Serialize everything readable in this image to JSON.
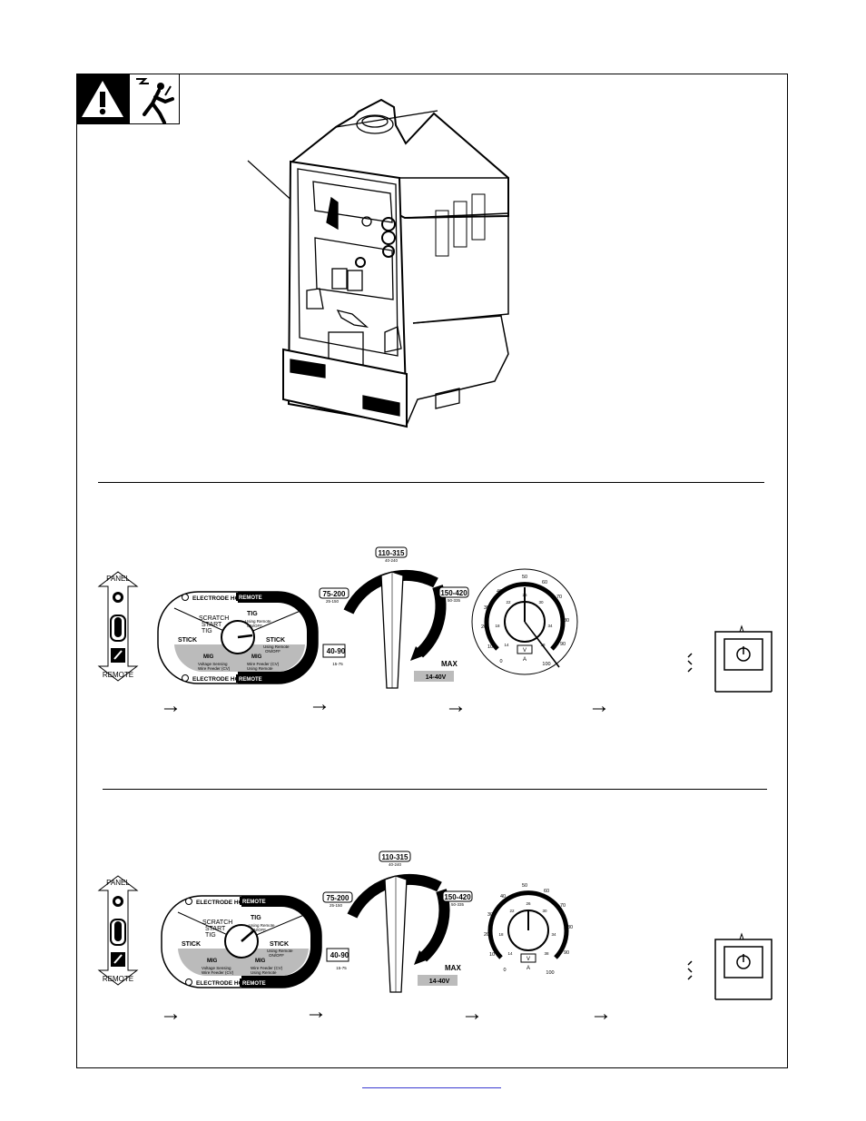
{
  "warning": {
    "icons": [
      "warning-triangle-icon",
      "electric-shock-icon"
    ]
  },
  "panel_switch": {
    "top_label": "PANEL",
    "bottom_label": "REMOTE"
  },
  "process_selector": {
    "electrode_hot_top": "ELECTRODE HOT",
    "remote_top": "REMOTE",
    "scratch_start_tig_line1": "SCRATCH",
    "scratch_start_tig_line2": "START",
    "scratch_start_tig_line3": "TIG",
    "tig": "TIG",
    "stick_left": "STICK",
    "stick_right": "STICK",
    "mig_left": "MIG",
    "mig_right": "MIG",
    "electrode_hot_bottom": "ELECTRODE HOT",
    "remote_bottom": "REMOTE",
    "tig_sub_1": "Using Remote",
    "tig_sub_2": "ON/OFF",
    "stick_sub_1": "Using Remote",
    "stick_sub_2": "ON/OFF",
    "mig_left_sub_1": "Voltage Sensing",
    "mig_left_sub_2": "Wire Feeder (CV)",
    "mig_right_sub_1": "Wire Feeder (CV)",
    "mig_right_sub_2": "Using Remote"
  },
  "range_selector": {
    "range_1": "110-315",
    "range_1_sub": "40-240",
    "range_2": "75-200",
    "range_2_sub": "25-150",
    "range_3": "150-420",
    "range_3_sub": "50-335",
    "range_4": "40-90",
    "range_4_sub": "15-75",
    "max": "MAX",
    "cv": "14-40V"
  },
  "adjust_dial": {
    "ticks": [
      "0",
      "10",
      "20",
      "30",
      "40",
      "50",
      "60",
      "70",
      "80",
      "90",
      "100"
    ],
    "inner_ticks": [
      "14",
      "18",
      "22",
      "26",
      "30",
      "34",
      "38"
    ],
    "v_label": "V",
    "a_label": "A"
  },
  "power_switch": {
    "icon": "power-switch-icon"
  },
  "arrows": [
    "→",
    "→",
    "→",
    "→"
  ]
}
